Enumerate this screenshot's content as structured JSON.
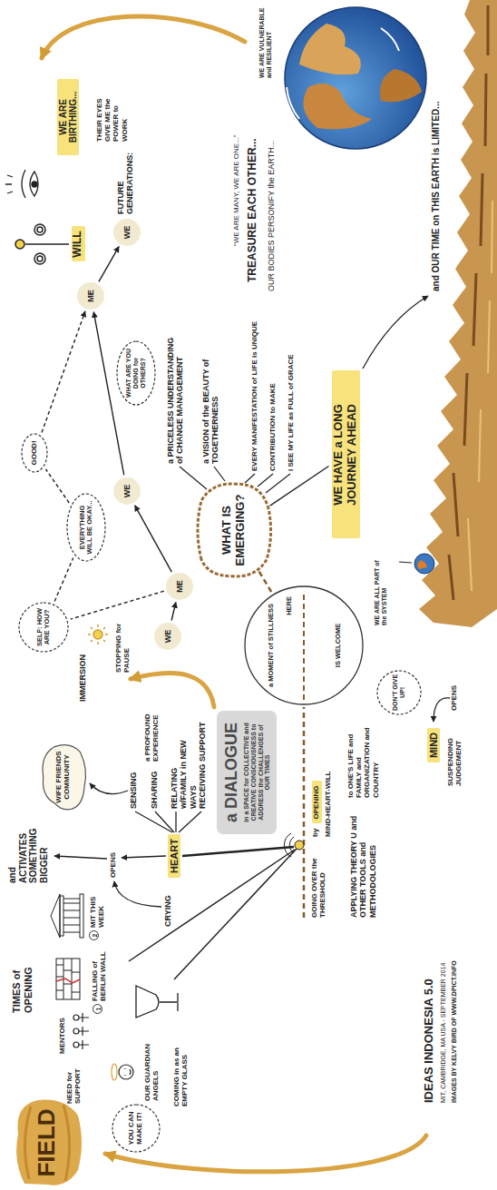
{
  "diagram": {
    "title": "IDEAS INDONESIA 5.0",
    "caption": "MIT, CAMBRIDGE, MA USA - SEPTEMBER 2014",
    "nodes": [
      {
        "text": [
          "FIELD"
        ]
      },
      {
        "text": [
          "YOU CAN MAKE IT!"
        ]
      },
      {
        "text": [
          "WIFE FRIENDS COMMUNITY"
        ]
      },
      {
        "text": [
          "HEART"
        ]
      },
      {
        "text": [
          "a DIALOGUE",
          "in a SPACE for COLLECTIVE and CREATIVE CONSCIOUSNESS to ADDRESS the CHALLENGES of OUR TIMES"
        ]
      },
      {
        "text": [
          "OPENING"
        ]
      },
      {
        "text": [
          "MIND"
        ]
      },
      {
        "text": [
          "DON'T GIVE UP!"
        ]
      },
      {
        "text": [
          "a MOMENT of STILLNESS",
          "HERE",
          "IS WELCOME"
        ]
      },
      {
        "text": [
          "SELF: HOW ARE YOU?"
        ]
      },
      {
        "text": [
          "EVERYTHING WILL BE OKAY..."
        ]
      },
      {
        "text": [
          "GOOD!"
        ]
      },
      {
        "text": [
          "WE"
        ]
      },
      {
        "text": [
          "ME"
        ]
      },
      {
        "text": [
          "WE"
        ]
      },
      {
        "text": [
          "WHAT ARE YOU DOING for OTHERS?"
        ]
      },
      {
        "text": [
          "ME"
        ]
      },
      {
        "text": [
          "WE"
        ]
      },
      {
        "text": [
          "WILL"
        ]
      },
      {
        "text": [
          "WHAT IS EMERGING?"
        ]
      },
      {
        "text": [
          "WE ARE BIRTHING..."
        ]
      },
      {
        "text": [
          "WE HAVE a LONG JOURNEY AHEAD"
        ]
      }
    ],
    "edges": [
      {
        "from": 12,
        "to": 13,
        "arrow": "to"
      },
      {
        "from": 13,
        "to": 14,
        "arrow": "to"
      },
      {
        "from": 14,
        "to": 16,
        "arrow": "to"
      },
      {
        "from": 16,
        "to": 17,
        "arrow": "to"
      },
      {
        "from": 13,
        "to": 9,
        "arrow": "none"
      },
      {
        "from": 9,
        "to": 10,
        "arrow": "none"
      },
      {
        "from": 10,
        "to": 11,
        "arrow": "none"
      },
      {
        "from": 11,
        "to": 16,
        "arrow": "to"
      },
      {
        "from": 8,
        "to": 19,
        "arrow": "none"
      },
      {
        "from": 19,
        "to": 21,
        "arrow": "none"
      }
    ],
    "labels": [
      "NEED for SUPPORT",
      "OUR GUARDIAN ANGELS",
      "MENTORS",
      "COMING in as an EMPTY GLASS",
      "TIMES of OPENING",
      "1",
      "FALLING of BERLIN WALL",
      "2",
      "MIT THIS WEEK",
      "and ACTIVATES SOMETHING BIGGER",
      "OPENS",
      "CRYING",
      "SENSING",
      "SHARING",
      "a PROFOUND EXPERIENCE",
      "RELATING w/FAMILY in NEW WAYS",
      "RECEIVING SUPPORT",
      "GOING OVER the THRESHOLD",
      "by",
      "MIND-HEART-WILL",
      "APPLYING THEORY U and OTHER TOOLS and METHODOLOGIES",
      "to ONE'S LIFE and FAMILY and ORGANIZATION and COUNTRY",
      "SUSPENDING JUDGEMENT",
      "OPENS",
      "IMMERSION",
      "STOPPING for PAUSE",
      "FUTURE GENERATIONS:",
      "THEIR EYES GIVE ME the POWER to WORK",
      "a PRICELESS UNDERSTANDING of CHANGE MANAGEMENT",
      "a VISION of the BEAUTY of TOGETHERNESS",
      "EVERY MANIFESTATION of LIFE is UNIQUE",
      "CONTRIBUTION to MAKE",
      "I SEE MY LIFE as FULL of GRACE",
      "WE ARE ALL PART of the SYSTEM",
      "“WE ARE MANY, WE ARE ONE...”",
      "TREASURE EACH OTHER...",
      "OUR BODIES PERSONIFY the EARTH...",
      "WE ARE VULNERABLE and RESILIENT",
      "and OUR TIME on THIS EARTH is LIMITED...",
      "IMAGES BY KELVY BIRD OF WWW.DPICT.INFO"
    ]
  }
}
